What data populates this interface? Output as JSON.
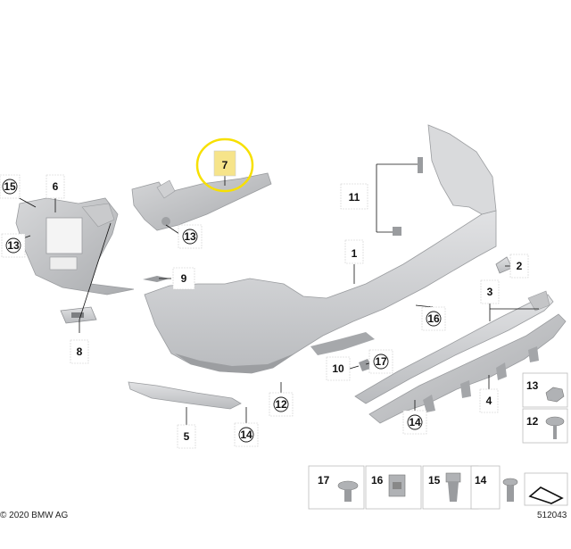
{
  "parts": [
    {
      "id": "p1",
      "number": "1"
    },
    {
      "id": "p2",
      "number": "2"
    },
    {
      "id": "p3",
      "number": "3"
    },
    {
      "id": "p4",
      "number": "4"
    },
    {
      "id": "p5",
      "number": "5"
    },
    {
      "id": "p6",
      "number": "6"
    },
    {
      "id": "p7",
      "number": "7"
    },
    {
      "id": "p8",
      "number": "8"
    },
    {
      "id": "p9",
      "number": "9"
    },
    {
      "id": "p10",
      "number": "10"
    },
    {
      "id": "p11",
      "number": "11"
    }
  ],
  "callouts": [
    {
      "id": "c15a",
      "number": "15"
    },
    {
      "id": "c13a",
      "number": "13"
    },
    {
      "id": "c13b",
      "number": "13"
    },
    {
      "id": "c16a",
      "number": "16"
    },
    {
      "id": "c17a",
      "number": "17"
    },
    {
      "id": "c12a",
      "number": "12"
    },
    {
      "id": "c14a",
      "number": "14"
    },
    {
      "id": "c14b",
      "number": "14"
    }
  ],
  "legend": [
    {
      "id": "l13",
      "number": "13"
    },
    {
      "id": "l12",
      "number": "12"
    },
    {
      "id": "l17",
      "number": "17"
    },
    {
      "id": "l16",
      "number": "16"
    },
    {
      "id": "l15",
      "number": "15"
    },
    {
      "id": "l14",
      "number": "14"
    }
  ],
  "highlight_color": "#f7e000",
  "box_fill": "#f6e48a",
  "copyright": "© 2020 BMW AG",
  "diagram_id": "512043"
}
